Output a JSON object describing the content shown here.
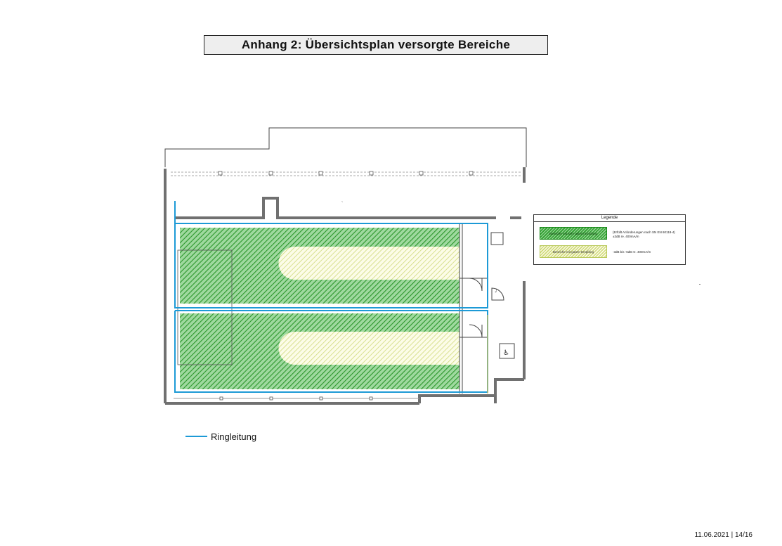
{
  "title": "Anhang 2: Übersichtsplan versorgte Bereiche",
  "legend": {
    "title": "Legende",
    "items": [
      {
        "swatch_label": "Bereiche mit sehr gutem Empfang",
        "line1": "(Erfüllt Anforderungen nach SN EN 60118-4)",
        "line2": "±3dB re. 400mA/m",
        "color": "#2f9e2f"
      },
      {
        "swatch_label": "Bereiche mit gutem Empfang",
        "line1": "-3dB bis -6dB re. 400mA/m",
        "line2": "",
        "color": "#cfd97a"
      }
    ]
  },
  "ring_legend": {
    "label": "Ringleitung",
    "color": "#1d9ad6"
  },
  "footer": {
    "date": "11.06.2021",
    "page": "14/16",
    "separator": "|"
  }
}
